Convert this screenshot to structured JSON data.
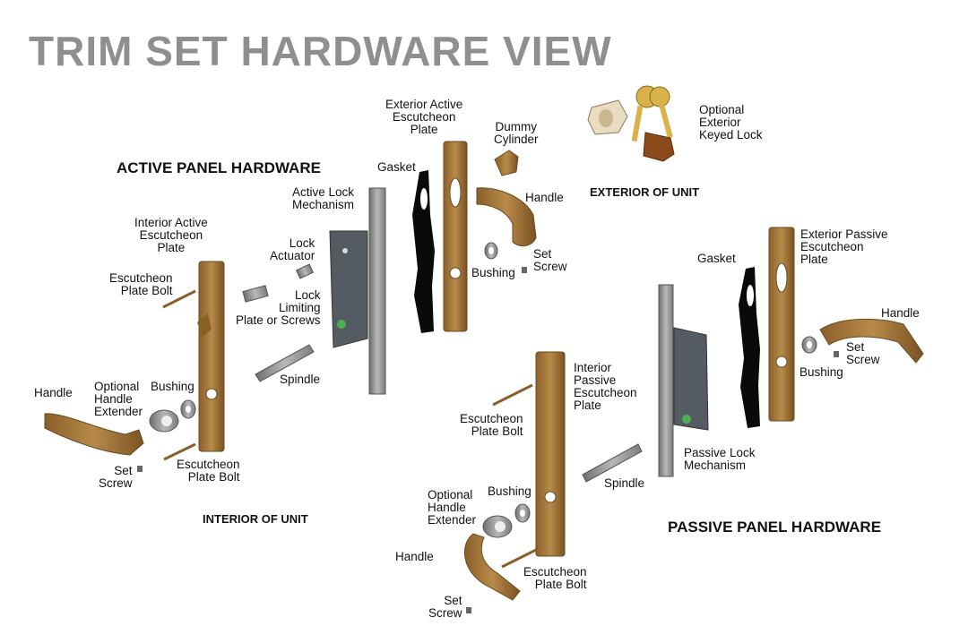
{
  "title": "TRIM SET HARDWARE VIEW",
  "sections": {
    "active": "ACTIVE PANEL HARDWARE",
    "passive": "PASSIVE PANEL HARDWARE",
    "interior": "INTERIOR OF UNIT",
    "exterior": "EXTERIOR OF UNIT"
  },
  "labels": {
    "ext_active_plate": "Exterior Active\nEscutcheon\nPlate",
    "dummy_cylinder": "Dummy\nCylinder",
    "optional_keyed_lock": "Optional\nExterior\nKeyed Lock",
    "gasket_active": "Gasket",
    "active_lock_mechanism": "Active Lock\nMechanism",
    "handle_ext_active": "Handle",
    "set_screw_ext_active": "Set\nScrew",
    "bushing_ext_active": "Bushing",
    "int_active_plate": "Interior Active\nEscutcheon\nPlate",
    "lock_actuator": "Lock\nActuator",
    "lock_limiting": "Lock\nLimiting\nPlate or Screws",
    "plate_bolt_top_active": "Escutcheon\nPlate Bolt",
    "spindle_active": "Spindle",
    "handle_int_active": "Handle",
    "optional_extender_active": "Optional\nHandle\nExtender",
    "bushing_int_active": "Bushing",
    "set_screw_int_active": "Set\nScrew",
    "plate_bolt_bottom_active": "Escutcheon\nPlate Bolt",
    "ext_passive_plate": "Exterior Passive\nEscutcheon\nPlate",
    "gasket_passive": "Gasket",
    "handle_ext_passive": "Handle",
    "set_screw_ext_passive": "Set\nScrew",
    "bushing_ext_passive": "Bushing",
    "int_passive_plate": "Interior\nPassive\nEscutcheon\nPlate",
    "plate_bolt_top_passive": "Escutcheon\nPlate Bolt",
    "passive_lock_mechanism": "Passive Lock\nMechanism",
    "spindle_passive": "Spindle",
    "optional_extender_passive": "Optional\nHandle\nExtender",
    "bushing_int_passive": "Bushing",
    "handle_int_passive": "Handle",
    "plate_bolt_bottom_passive": "Escutcheon\nPlate Bolt",
    "set_screw_int_passive": "Set\nScrew"
  },
  "colors": {
    "bronze": "#a8793a",
    "bronze_dark": "#7a5424",
    "steel": "#9a9a9a",
    "gasket": "#0a0a0a",
    "title_gray": "#8f8f8f"
  }
}
